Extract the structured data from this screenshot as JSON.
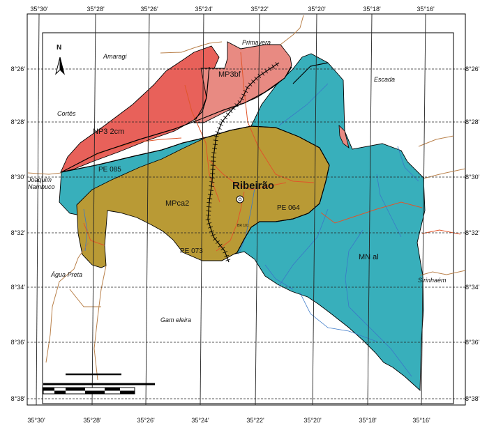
{
  "map": {
    "lon_ticks": [
      "35°30'",
      "35°28'",
      "35°26'",
      "35°24'",
      "35°22'",
      "35°20'",
      "35°18'",
      "35°16'"
    ],
    "lat_ticks": [
      "8°26'",
      "8°28'",
      "8°30'",
      "8°32'",
      "8°34'",
      "8°36'",
      "8°38'"
    ],
    "north_label": "N",
    "places": {
      "amaragi": "Amaragi",
      "primavera": "Primavera",
      "escada": "Escada",
      "cortes": "Cortês",
      "joaquim": "Joaquim",
      "nambuco": "Nambuco",
      "agua_preta": "Água Preta",
      "sirinhaem": "Sirinhaém",
      "gameleira": "Gam eleira"
    },
    "units": {
      "mp3bf": "MP3bf",
      "np3": "NP3 2cm",
      "mpca2": "MPca2",
      "mnal": "MN al"
    },
    "roads": {
      "pe085": "PE 085",
      "pe064": "PE 064",
      "pe073": "PE 073",
      "br101": "BR 101"
    },
    "city": "Ribeirão",
    "colors": {
      "np3": "#e8615a",
      "mp3bf": "#e88a82",
      "mpca2": "#b99a35",
      "mnal": "#38afbb",
      "road": "#e0552a",
      "boundary": "#b9804a",
      "drainage": "#3a78c8",
      "grid": "#222222"
    }
  }
}
